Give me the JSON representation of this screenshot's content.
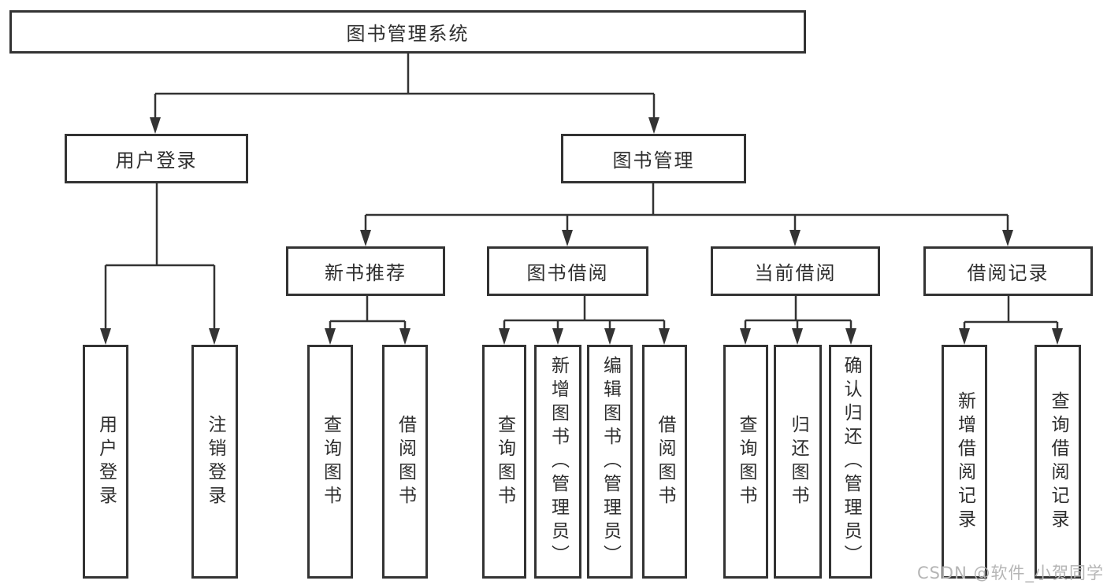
{
  "colors": {
    "line": "#333333",
    "box_border": "#333333",
    "text": "#2e2e2e",
    "watermark": "#b5b5b5",
    "background": "#ffffff"
  },
  "watermark": {
    "text": "CSDN @软件_小贺同学"
  },
  "nodes": {
    "root": "图书管理系统",
    "user_login": "用户登录",
    "book_management": "图书管理",
    "new_book_recommend": "新书推荐",
    "book_borrow": "图书借阅",
    "current_borrow": "当前借阅",
    "borrow_records": "借阅记录",
    "leaf_user_login": "用户登录",
    "leaf_logout": "注销登录",
    "leaf_nbr_query_books": "查询图书",
    "leaf_nbr_borrow_books": "借阅图书",
    "leaf_bb_query_books": "查询图书",
    "leaf_bb_add_books": "新增图书（管理员）",
    "leaf_bb_edit_books": "编辑图书（管理员）",
    "leaf_bb_borrow_books": "借阅图书",
    "leaf_cb_query_books": "查询图书",
    "leaf_cb_return_books": "归还图书",
    "leaf_cb_confirm_return": "确认归还（管理员）",
    "leaf_br_add_record": "新增借阅记录",
    "leaf_br_query_record": "查询借阅记录"
  },
  "hierarchy": {
    "图书管理系统": [
      "用户登录",
      "图书管理"
    ],
    "用户登录": [
      "用户登录",
      "注销登录"
    ],
    "图书管理": [
      "新书推荐",
      "图书借阅",
      "当前借阅",
      "借阅记录"
    ],
    "新书推荐": [
      "查询图书",
      "借阅图书"
    ],
    "图书借阅": [
      "查询图书",
      "新增图书（管理员）",
      "编辑图书（管理员）",
      "借阅图书"
    ],
    "当前借阅": [
      "查询图书",
      "归还图书",
      "确认归还（管理员）"
    ],
    "借阅记录": [
      "新增借阅记录",
      "查询借阅记录"
    ]
  }
}
